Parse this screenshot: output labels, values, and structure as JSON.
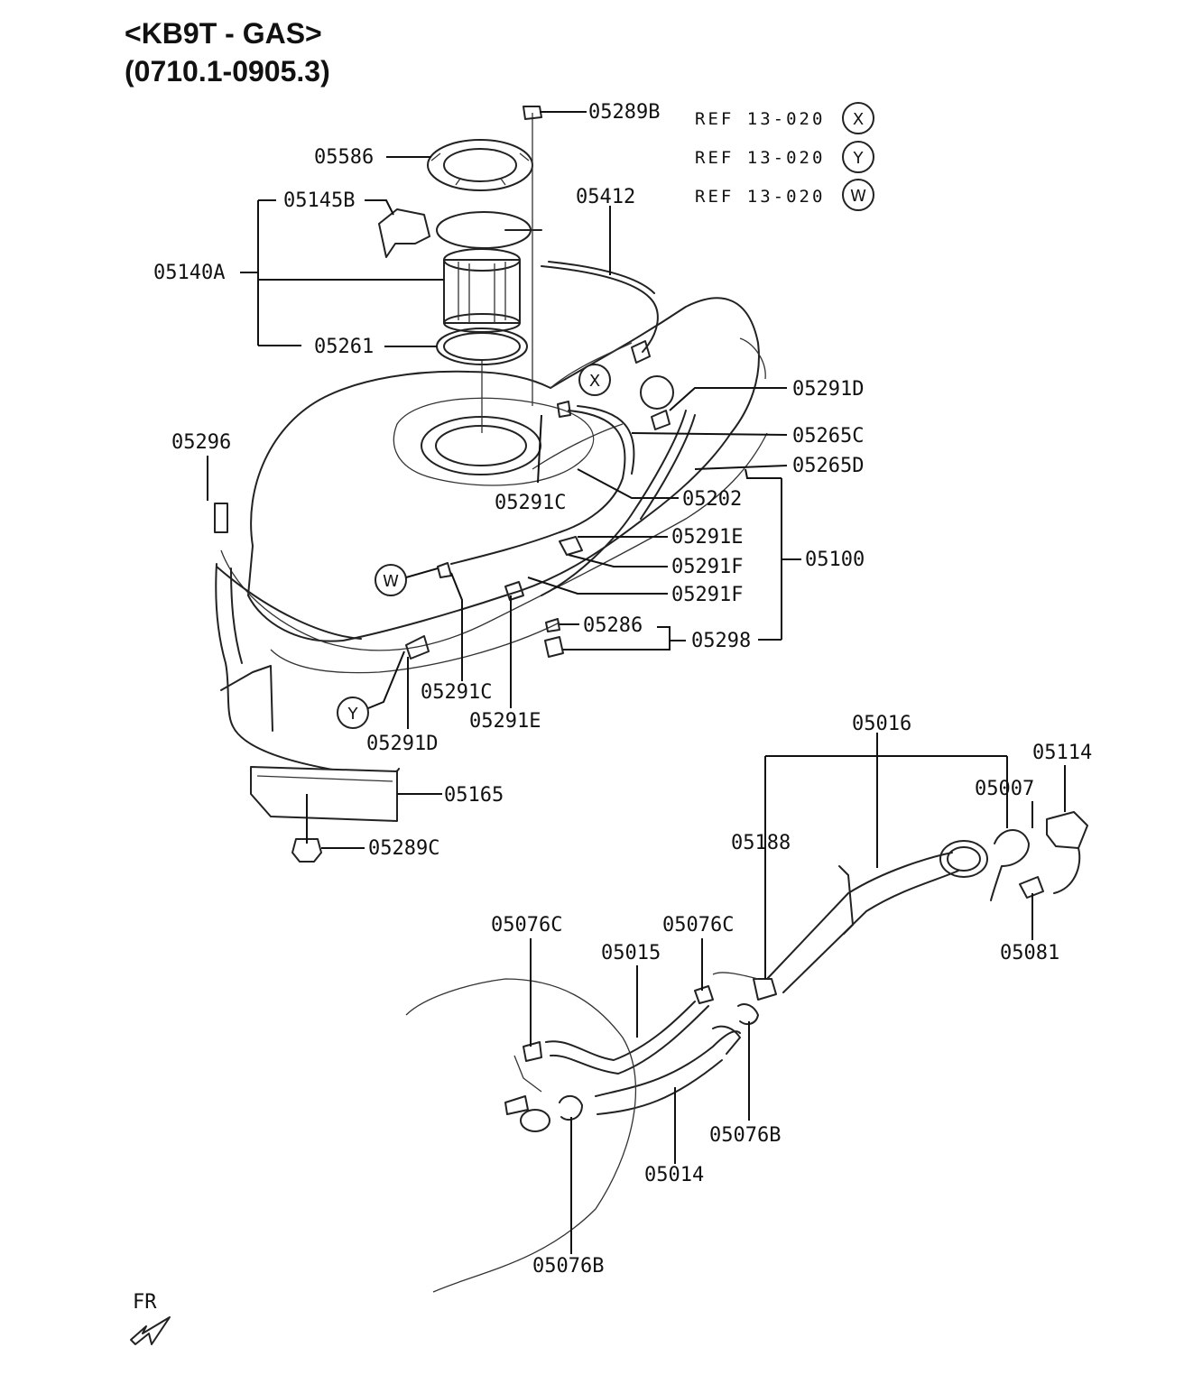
{
  "title": {
    "line1": "<KB9T - GAS>",
    "line2": "(0710.1-0905.3)"
  },
  "refs": [
    {
      "text": "REF 13-020",
      "marker": "X"
    },
    {
      "text": "REF 13-020",
      "marker": "Y"
    },
    {
      "text": "REF 13-020",
      "marker": "W"
    }
  ],
  "diagram_markers": [
    "X",
    "W",
    "Y"
  ],
  "direction": "FR",
  "parts": {
    "p05289B": "05289B",
    "p05586": "05586",
    "p05145B": "05145B",
    "p05412": "05412",
    "p05140A": "05140A",
    "p05261": "05261",
    "p05291D_top": "05291D",
    "p05265C": "05265C",
    "p05265D": "05265D",
    "p05296": "05296",
    "p05202": "05202",
    "p05291C_top": "05291C",
    "p05291E_r": "05291E",
    "p05291F_1": "05291F",
    "p05100": "05100",
    "p05291F_2": "05291F",
    "p05286": "05286",
    "p05298": "05298",
    "p05291C_low": "05291C",
    "p05291E_low": "05291E",
    "p05291D_low": "05291D",
    "p05016": "05016",
    "p05114": "05114",
    "p05007": "05007",
    "p05165": "05165",
    "p05188": "05188",
    "p05289C": "05289C",
    "p05076C_l": "05076C",
    "p05076C_r": "05076C",
    "p05015": "05015",
    "p05081": "05081",
    "p05076B_r": "05076B",
    "p05014": "05014",
    "p05076B_low": "05076B"
  }
}
